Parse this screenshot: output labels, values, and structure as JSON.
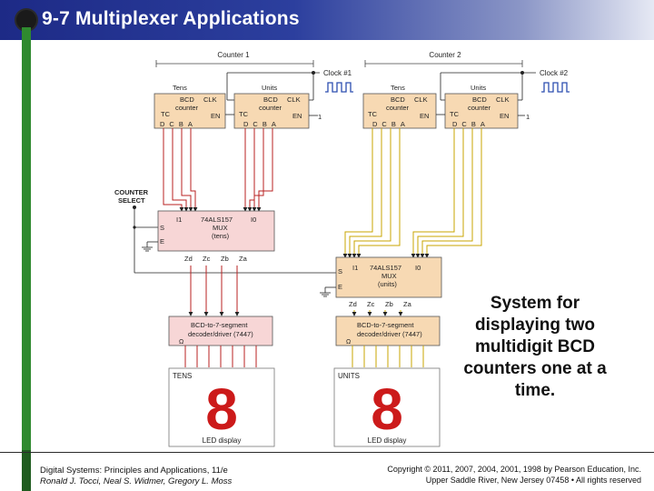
{
  "slide": {
    "title": "9-7 Multiplexer Applications",
    "caption": "System for displaying two multidigit BCD counters one at a time."
  },
  "footer": {
    "book": "Digital Systems: Principles and Applications, 11/e",
    "authors": "Ronald J. Tocci, Neal S. Widmer, Gregory L. Moss",
    "copyright": "Copyright © 2011, 2007, 2004, 2001, 1998 by Pearson Education, Inc.",
    "publisher": "Upper Saddle River, New Jersey 07458 • All rights reserved"
  },
  "diagram": {
    "counter1_label": "Counter 1",
    "counter2_label": "Counter 2",
    "clock1": "Clock #1",
    "clock2": "Clock #2",
    "counter_select": [
      "COUNTER",
      "SELECT"
    ],
    "counters": [
      {
        "title": "Tens",
        "label": [
          "BCD",
          "counter"
        ],
        "clk": "CLK",
        "tc": "TC",
        "en": "EN",
        "outputs": "DCBA"
      },
      {
        "title": "Units",
        "label": [
          "BCD",
          "counter"
        ],
        "clk": "CLK",
        "tc": "TC",
        "en": "EN",
        "outputs": "DCBA"
      },
      {
        "title": "Tens",
        "label": [
          "BCD",
          "counter"
        ],
        "clk": "CLK",
        "tc": "TC",
        "en": "EN",
        "outputs": "DCBA"
      },
      {
        "title": "Units",
        "label": [
          "BCD",
          "counter"
        ],
        "clk": "CLK",
        "tc": "TC",
        "en": "EN",
        "outputs": "DCBA"
      }
    ],
    "en_value": "1",
    "mux_tens": {
      "lines": [
        "74ALS157",
        "MUX",
        "(tens)"
      ],
      "i1": "I1",
      "i0": "I0",
      "s": "S",
      "e": "E",
      "outputs": [
        "Zd",
        "Zc",
        "Zb",
        "Za"
      ]
    },
    "mux_units": {
      "lines": [
        "74ALS157",
        "MUX",
        "(units)"
      ],
      "i1": "I1",
      "i0": "I0",
      "s": "S",
      "e": "E",
      "outputs": [
        "Zd",
        "Zc",
        "Zb",
        "Za"
      ]
    },
    "decoder_tens": [
      "BCD-to-7-segment",
      "decoder/driver (7447)"
    ],
    "decoder_units": [
      "BCD-to-7-segment",
      "decoder/driver (7447)"
    ],
    "display_tens": {
      "name": "TENS",
      "digit": "8",
      "footer": "LED display"
    },
    "display_units": {
      "name": "UNITS",
      "digit": "8",
      "footer": "LED display"
    }
  }
}
